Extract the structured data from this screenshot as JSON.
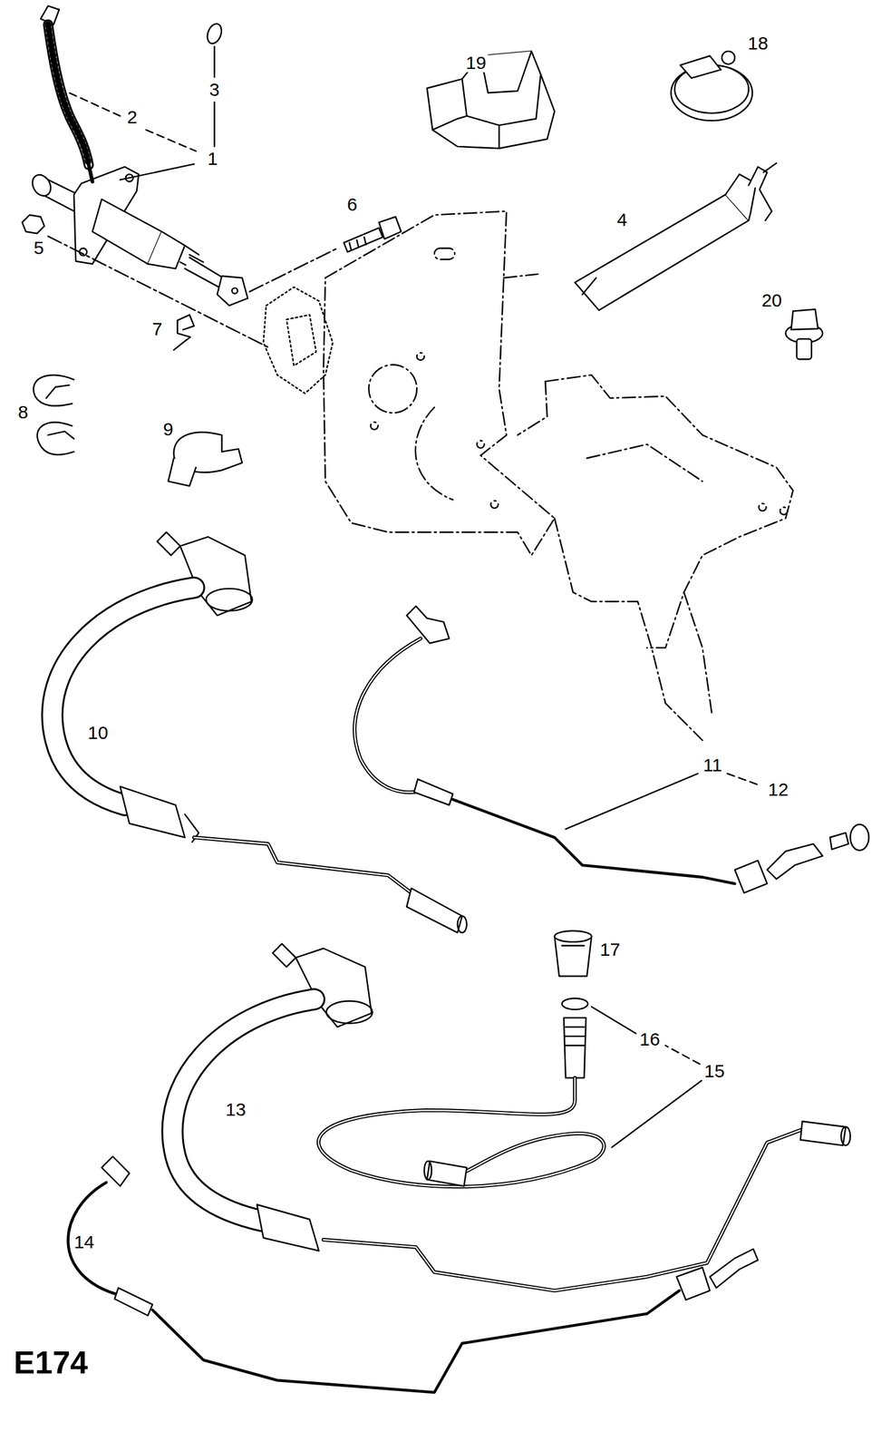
{
  "diagram": {
    "labels": [
      "3",
      "2",
      "1",
      "19",
      "18",
      "6",
      "4",
      "5",
      "20",
      "7",
      "8",
      "9",
      "10",
      "11",
      "12",
      "17",
      "16",
      "15",
      "13",
      "14",
      "E174"
    ]
  }
}
